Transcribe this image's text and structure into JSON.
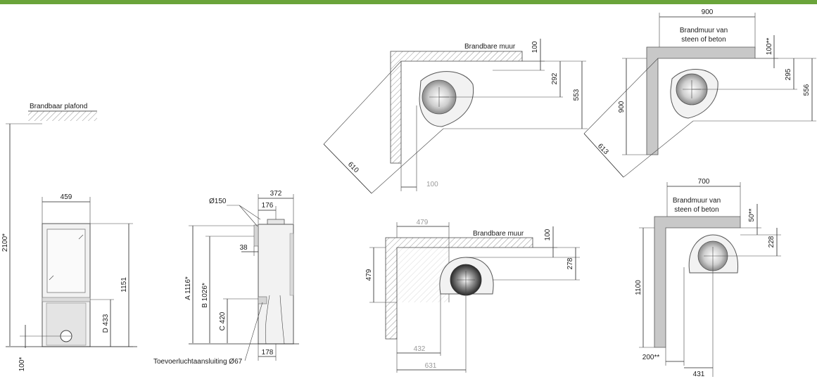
{
  "colors": {
    "accent": "#6aa43a",
    "wall_stone": "#c8c8c8",
    "stove_body": "#f2f2f2"
  },
  "front": {
    "ceiling": "Brandbaar plafond",
    "width": "459",
    "height": "1151",
    "total": "2100*",
    "d": "D 433",
    "bottom": "100*"
  },
  "side": {
    "width": "372",
    "flue": "Ø150",
    "offset": "176",
    "rear": "38",
    "a": "A 1116*",
    "b": "B 1026*",
    "c": "C 420",
    "intake": "Toevoerluchtaansluiting Ø67",
    "base": "178"
  },
  "corner1": {
    "wall": "Brandbare muur",
    "gap": "100",
    "d1": "292",
    "d2": "553",
    "diag": "610",
    "bottom": "100"
  },
  "corner2": {
    "top": "900",
    "wall1": "Brandmuur van",
    "wall2": "steen of beton",
    "gap": "100**",
    "d1": "295",
    "d2": "556",
    "side": "900",
    "diag": "613"
  },
  "wall1": {
    "top": "479",
    "wall": "Brandbare muur",
    "gap": "100",
    "d1": "278",
    "side": "479",
    "b1": "432",
    "b2": "631"
  },
  "wall2": {
    "top": "700",
    "wall1": "Brandmuur van",
    "wall2": "steen of beton",
    "gap": "50**",
    "d1": "228",
    "side": "1100",
    "left": "200**",
    "bottom": "431"
  }
}
